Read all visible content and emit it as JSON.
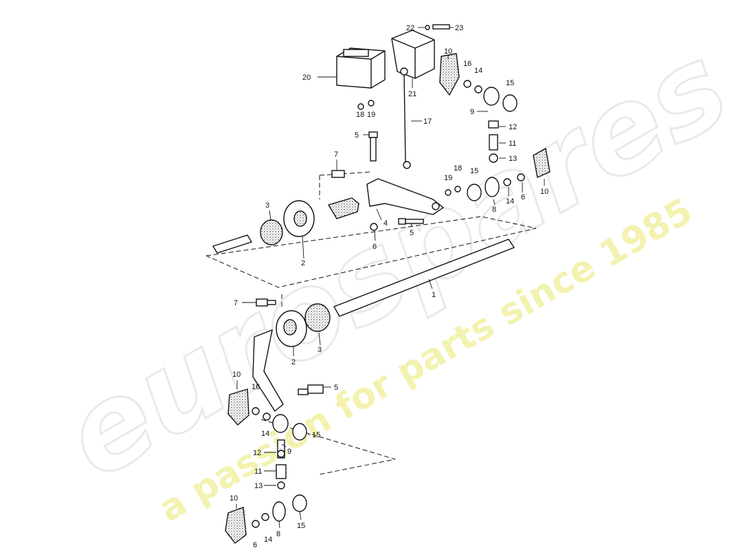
{
  "watermark": {
    "brand": "eurospares",
    "tagline": "a passion for parts since 1985"
  },
  "callouts": {
    "c1": "1",
    "c2a": "2",
    "c2b": "2",
    "c3a": "3",
    "c3b": "3",
    "c4": "4",
    "c5a": "5",
    "c5b": "5",
    "c5c": "5",
    "c6a": "6",
    "c6b": "6",
    "c6c": "6",
    "c7a": "7",
    "c7b": "7",
    "c8a": "8",
    "c8b": "8",
    "c9a": "9",
    "c9b": "9",
    "c10a": "10",
    "c10b": "10",
    "c10c": "10",
    "c10d": "10",
    "c11a": "11",
    "c11b": "11",
    "c12a": "12",
    "c12b": "12",
    "c13a": "13",
    "c13b": "13",
    "c14a": "14",
    "c14b": "14",
    "c14c": "14",
    "c14d": "14",
    "c15a": "15",
    "c15b": "15",
    "c15c": "15",
    "c15d": "15",
    "c16a": "16",
    "c16b": "16",
    "c17": "17",
    "c18a": "18",
    "c18b": "18",
    "c19a": "19",
    "c19b": "19",
    "c20": "20",
    "c21": "21",
    "c22": "22",
    "c23": "23"
  }
}
